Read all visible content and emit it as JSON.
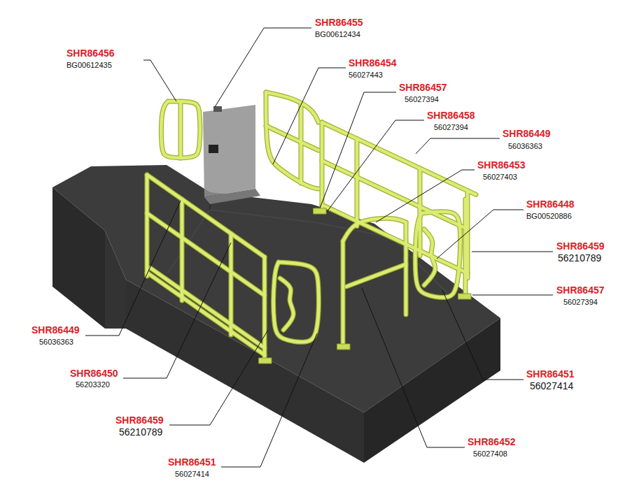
{
  "diagram": {
    "labels": [
      "SHR86455",
      "BG00612434",
      "SHR86456",
      "BG00612435",
      "SHR86454",
      "56027443",
      "SHR86457",
      "56027394",
      "SHR86458",
      "56027394",
      "SHR86449",
      "56036363",
      "SHR86453",
      "56027403",
      "SHR86448",
      "BG00520886",
      "SHR86459",
      "56210789",
      "SHR86457",
      "56027394",
      "SHR86449",
      "56036363",
      "SHR86450",
      "56203320",
      "SHR86451",
      "56027414",
      "SHR86459",
      "56210789",
      "SHR86452",
      "56027408",
      "SHR86451",
      "56027414"
    ]
  }
}
